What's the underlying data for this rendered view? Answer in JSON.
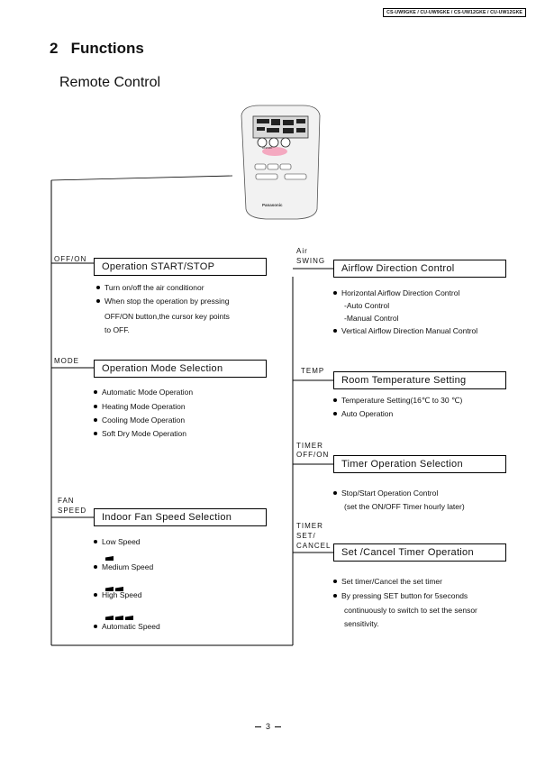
{
  "header": {
    "model_codes": "CS-UW9GKE / CU-UW9GKE / CS-UW12GKE / CU-UW12GKE"
  },
  "section": {
    "number": "2",
    "title": "Functions",
    "subtitle": "Remote Control"
  },
  "remote": {
    "brand": "Panasonic"
  },
  "left": {
    "off_on": {
      "label": "OFF/ON",
      "title": "Operation START/STOP",
      "bullets": [
        "Turn on/off the air conditionor",
        "When stop the operation by pressing"
      ],
      "continuation": [
        "OFF/ON button,the cursor key points",
        "to OFF."
      ]
    },
    "mode": {
      "label": "MODE",
      "title": "Operation Mode Selection",
      "bullets": [
        "Automatic Mode Operation",
        "Heating Mode Operation",
        "Cooling Mode Operation",
        "Soft Dry Mode Operation"
      ]
    },
    "fan": {
      "label_lines": [
        "FAN",
        "SPEED"
      ],
      "title": "Indoor Fan Speed Selection",
      "speeds": [
        "Low Speed",
        "Medium Speed",
        "High Speed",
        "Automatic Speed"
      ]
    }
  },
  "right": {
    "air_swing": {
      "label_lines": [
        "Air",
        "SWING"
      ],
      "title": "Airflow Direction Control",
      "lines": [
        "Horizontal  Airflow Direction Control",
        "-Auto Control",
        "-Manual Control",
        "Vertical Airflow Direction Manual Control"
      ]
    },
    "temp": {
      "label": "TEMP",
      "title": "Room Temperature Setting",
      "bullets": [
        "Temperature Setting(16℃ to 30 ℃)",
        "Auto Operation"
      ]
    },
    "timer_on_off": {
      "label_lines": [
        "TIMER",
        "OFF/ON"
      ],
      "title": "Timer Operation Selection",
      "bullet": "Stop/Start Operation Control",
      "continuation": "(set the ON/OFF Timer hourly later)"
    },
    "timer_set": {
      "label_lines": [
        "TIMER",
        "SET/",
        "CANCEL"
      ],
      "title": "Set /Cancel Timer Operation",
      "bullets": [
        "Set timer/Cancel the set timer",
        "By pressing SET button for 5seconds"
      ],
      "continuation": [
        "continuously to switch to set the sensor",
        "sensitivity."
      ]
    }
  },
  "footer": {
    "page": "3"
  }
}
